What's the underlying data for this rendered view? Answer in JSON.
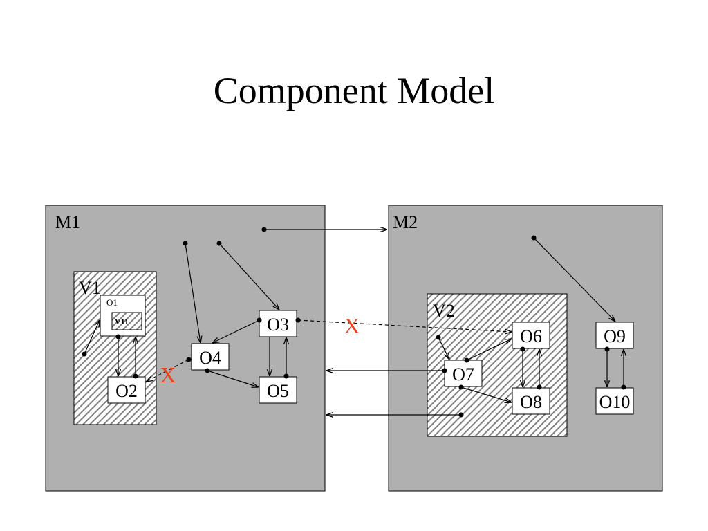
{
  "title": "Component Model",
  "modules": {
    "m1": "M1",
    "m2": "M2"
  },
  "views": {
    "v1": "V1",
    "v11": "V11",
    "v2": "V2"
  },
  "objects": {
    "o1": "O1",
    "o2": "O2",
    "o3": "O3",
    "o4": "O4",
    "o5": "O5",
    "o6": "O6",
    "o7": "O7",
    "o8": "O8",
    "o9": "O9",
    "o10": "O10"
  },
  "blocked_marks": {
    "left": "X",
    "right": "X"
  },
  "colors": {
    "module_fill": "#b0b0b0",
    "view_hatch": "#808080",
    "blocked": "#e8431e"
  }
}
